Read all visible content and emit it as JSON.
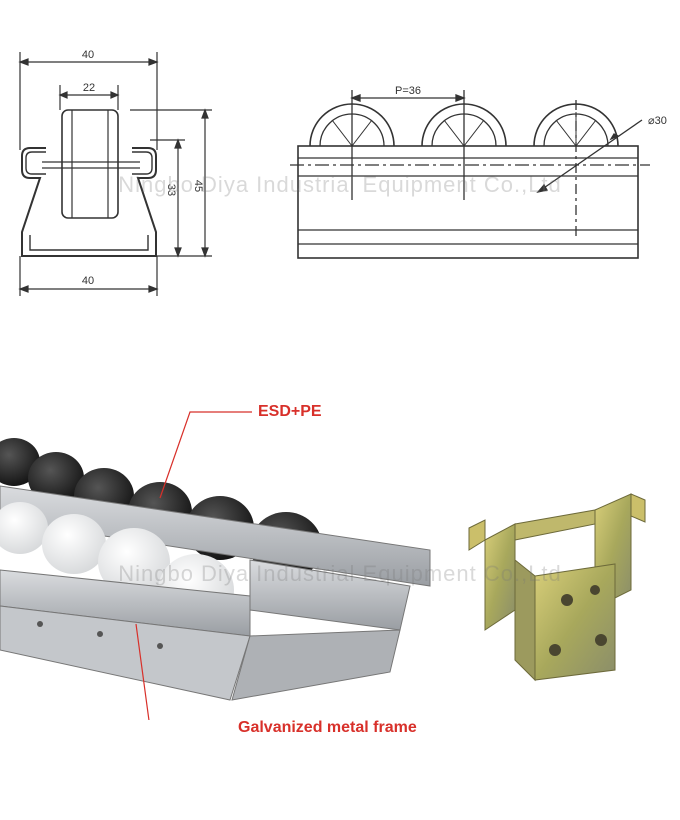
{
  "drawing_front": {
    "dim_top_width": "40",
    "dim_inner_width": "22",
    "dim_inner_height": "33",
    "dim_outer_height": "45",
    "dim_bottom_width": "40"
  },
  "drawing_side": {
    "pitch_label": "P=36",
    "diameter_label": "⌀30"
  },
  "watermark_text": "Ningbo Diya Industrial Equipment Co.,Ltd",
  "photo": {
    "callout_top": "ESD+PE",
    "callout_bottom": "Galvanized  metal frame"
  },
  "colors": {
    "callout": "#d8302a",
    "line": "#333333",
    "black_wheel": "#1c1c1c",
    "white_wheel": "#f2f2f2",
    "rail": "#b9bcc0",
    "bracket": "#b8a64a"
  }
}
